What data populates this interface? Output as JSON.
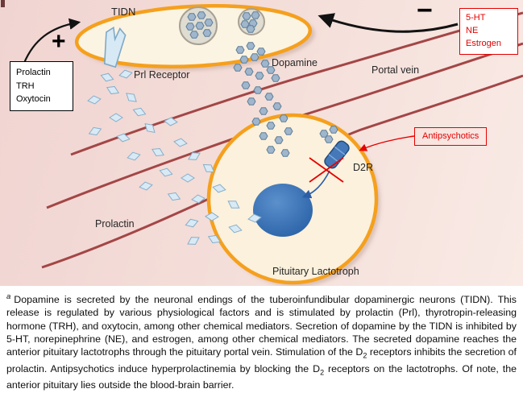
{
  "figure": {
    "labels": {
      "tidn": "TIDN",
      "prl_receptor": "Prl Receptor",
      "dopamine": "Dopamine",
      "portal_vein": "Portal vein",
      "d2r": "D2R",
      "pituitary_lactotroph": "Pituitary Lactotroph",
      "prolactin": "Prolactin",
      "plus": "+",
      "minus": "−"
    },
    "stimulator_box": {
      "lines": [
        "Prolactin",
        "TRH",
        "Oxytocin"
      ]
    },
    "inhibitor_box": {
      "lines": [
        "5-HT",
        "NE",
        "Estrogen"
      ]
    },
    "antipsychotics_box": {
      "label": "Antipsychotics"
    },
    "colors": {
      "neuron_outline_orange": "#f5a01d",
      "cell_fill_cream": "#fcf1dc",
      "portal_vein_red": "#a34646",
      "nucleus_blue": "#2e6ab0",
      "prolactin_diamond_blue": "#d8eaf5",
      "dopamine_hex_blue": "#9fb6cc",
      "alert_red": "#e60000",
      "background_pink": "#f3dad6"
    }
  },
  "caption": {
    "marker": "a",
    "parts": [
      {
        "text": "Dopamine is secreted by the neuronal endings of the tuberoinfundibular dopaminergic neurons (TIDN). This release is regulated by various physiological factors and is stimulated by prolactin (Prl), thyrotropin-releasing hormone (TRH), and oxytocin, among other chemical mediators. Secretion of dopamine by the TIDN is inhibited by 5-HT, norepinephrine (NE), and estrogen, among other chemical mediators. The secreted dopamine reaches the anterior pituitary lactotrophs through the pituitary portal vein. Stimulation of the D"
      },
      {
        "text": "2",
        "sub": true
      },
      {
        "text": " receptors inhibits the secretion of prolactin. Antipsychotics induce hyperprolactinemia by blocking the D"
      },
      {
        "text": "2",
        "sub": true
      },
      {
        "text": " receptors on the lactotrophs. Of note, the anterior pituitary lies outside the blood-brain barrier."
      }
    ]
  }
}
